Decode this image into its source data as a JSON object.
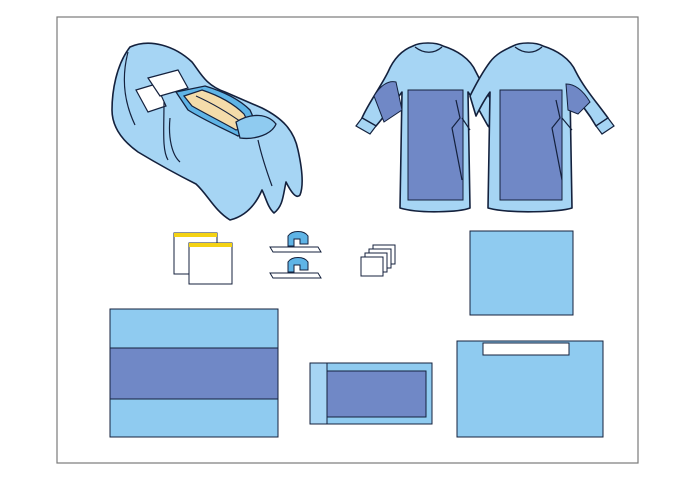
{
  "colors": {
    "frame": "#7a7a7a",
    "outline": "#14213d",
    "light_blue": "#a6d5f4",
    "sheet_blue": "#8fcbf0",
    "mid_blue": "#5fb4e6",
    "reinforcement": "#7088c6",
    "skin": "#f4dcaa",
    "label_yellow": "#f4d214",
    "white": "#ffffff"
  },
  "items": [
    {
      "name": "draped-patient-illustration",
      "icon": "draped-patient-icon"
    },
    {
      "name": "reinforced-surgical-gown",
      "icon": "gown-icon"
    },
    {
      "name": "reinforced-surgical-gown-second",
      "icon": "gown-icon"
    },
    {
      "name": "hand-towels",
      "icon": "towel-stack-icon"
    },
    {
      "name": "adhesive-tapes",
      "icon": "tape-icon"
    },
    {
      "name": "gauze-swabs",
      "icon": "gauze-icon"
    },
    {
      "name": "square-drape",
      "icon": "square-drape-icon"
    },
    {
      "name": "reinforced-table-cover",
      "icon": "table-cover-icon"
    },
    {
      "name": "mayo-stand-cover",
      "icon": "mayo-cover-icon"
    },
    {
      "name": "adhesive-drape",
      "icon": "adhesive-drape-icon"
    }
  ]
}
